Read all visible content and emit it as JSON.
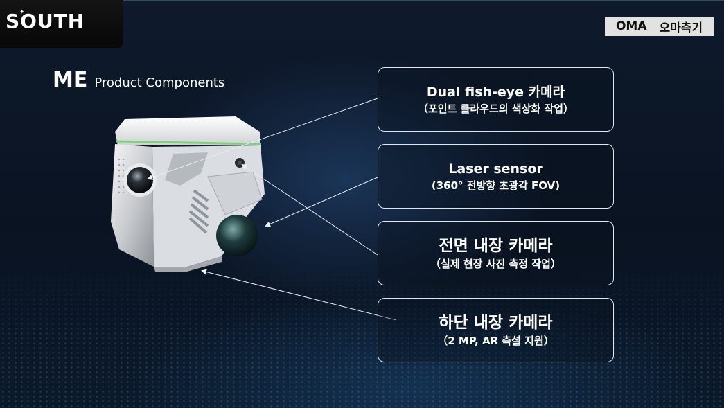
{
  "brand": {
    "logo_text": "SOUTH"
  },
  "header": {
    "badge_left": "OMA",
    "badge_right": "오마측기"
  },
  "title": {
    "main": "ME",
    "sub": "Product Components"
  },
  "callouts": [
    {
      "title": "Dual fish-eye 카메라",
      "subtitle": "（포인트 클라우드의 색상화 작업）"
    },
    {
      "title": "Laser sensor",
      "subtitle": "(360° 전방향 초광각 FOV)"
    },
    {
      "title": "전면 내장 카메라",
      "subtitle": "（실제 현장 사진 측정 작업）"
    },
    {
      "title": "하단 내장 카메라",
      "subtitle": "（2 MP, AR 측설 지원）"
    }
  ],
  "colors": {
    "background": "#0b1424",
    "accent_green": "#7ed37a",
    "callout_border": "#dfe6ee"
  }
}
